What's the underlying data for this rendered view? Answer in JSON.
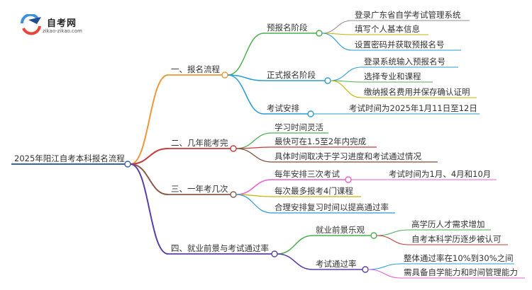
{
  "logo": {
    "name": "自考网",
    "url_text": "zikao-zikao.com",
    "colors": {
      "blue": "#3d8fe0",
      "red": "#e8443a",
      "dark_blue": "#1d4f91"
    }
  },
  "root": {
    "label": "2025年阳江自考本科报名流程",
    "color": "#3b5fa8"
  },
  "branches": [
    {
      "label": "一、报名流程",
      "color": "#f0973a",
      "children": [
        {
          "label": "预报名阶段",
          "color": "#4caf50",
          "children": [
            {
              "label": "登录广东省自学考试管理系统",
              "color": "#8d8d8d"
            },
            {
              "label": "填写个人基本信息",
              "color": "#c6b400"
            },
            {
              "label": "设置密码并获取预报名号",
              "color": "#2a9bd4"
            }
          ]
        },
        {
          "label": "正式报名阶段",
          "color": "#2a9bd4",
          "children": [
            {
              "label": "登录系统输入预报名号",
              "color": "#2a9bd4"
            },
            {
              "label": "选择专业和课程",
              "color": "#4caf50"
            },
            {
              "label": "缴纳报名费用并保存确认证明",
              "color": "#c6b400"
            }
          ]
        },
        {
          "label": "考试安排",
          "color": "#2a9bd4",
          "children": [
            {
              "label": "考试时间为2025年1月11日至12日",
              "color": "#2a9bd4"
            }
          ]
        }
      ]
    },
    {
      "label": "二、几年能考完",
      "color": "#c73a3a",
      "children": [
        {
          "label": "学习时间灵活",
          "color": "#4caf50"
        },
        {
          "label": "最快可在1.5至2年内完成",
          "color": "#c73a3a"
        },
        {
          "label": "具体时间取决于学习进度和考试通过情况",
          "color": "#7a4a3a"
        }
      ]
    },
    {
      "label": "三、一年考几次",
      "color": "#8b5a45",
      "children": [
        {
          "label": "每年安排三次考试",
          "color": "#e85fd0",
          "children": [
            {
              "label": "考试时间为1月、4月和10月",
              "color": "#e85fd0"
            }
          ]
        },
        {
          "label": "每次最多报考4门课程",
          "color": "#c6b400"
        },
        {
          "label": "合理安排复习时间以提高通过率",
          "color": "#2a9bd4"
        }
      ]
    },
    {
      "label": "四、就业前景与考试通过率",
      "color": "#5b3fa8",
      "children": [
        {
          "label": "就业前景乐观",
          "color": "#4caf50",
          "children": [
            {
              "label": "高学历人才需求增加",
              "color": "#4caf50"
            },
            {
              "label": "自考本科学历逐步被认可",
              "color": "#c73a3a"
            }
          ]
        },
        {
          "label": "考试通过率",
          "color": "#5b3fa8",
          "children": [
            {
              "label": "整体通过率在10%到30%之间",
              "color": "#2a9bd4"
            },
            {
              "label": "需具备自学能力和时间管理能力",
              "color": "#e85fd0"
            }
          ]
        }
      ]
    }
  ]
}
